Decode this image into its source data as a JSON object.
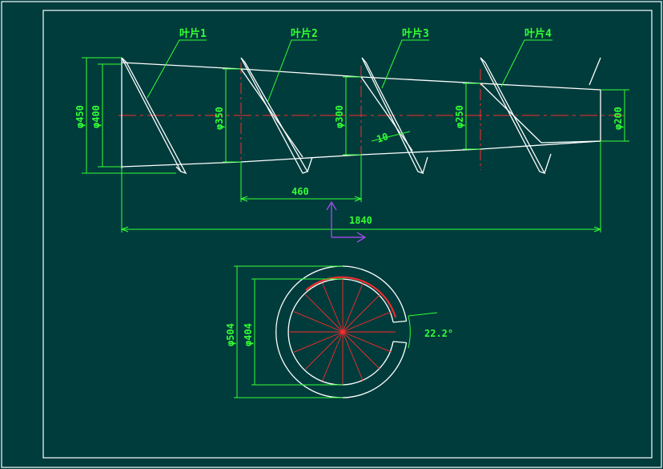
{
  "colors": {
    "background": "#003c3c",
    "outline": "#ffffff",
    "dimension": "#33ff33",
    "centerline": "#ff2a2a",
    "ucs": "#b44dff"
  },
  "blade_labels": [
    "叶片1",
    "叶片2",
    "叶片3",
    "叶片4"
  ],
  "diameters": {
    "d450": "φ450",
    "d400": "φ400",
    "d350": "φ350",
    "d300": "φ300",
    "d250": "φ250",
    "d200": "φ200"
  },
  "lengths": {
    "pitch": "460",
    "total": "1840",
    "thickness": "10"
  },
  "section": {
    "outer_diameter": "φ504",
    "inner_diameter": "φ404",
    "gap_angle": "22.2°"
  }
}
